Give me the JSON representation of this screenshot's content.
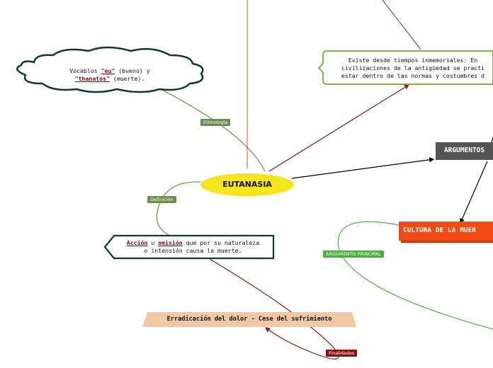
{
  "central": {
    "label": "EUTANASIA"
  },
  "etimologia": {
    "prefix": "Vocablos ",
    "word1": "\"eu\"",
    "mid": " (bueno) y",
    "word2": "\"thanatos\"",
    "suffix": " (muerte).",
    "branch_label": "Etimología"
  },
  "definicion": {
    "word1": "Acción",
    "mid1": " u ",
    "word2": "omisión",
    "rest1": " que por su naturaleza",
    "line2": "o intensión causa la muerte.",
    "branch_label": "Definición"
  },
  "historia": {
    "line1": "Existe desde tiempos inmemoriales: En",
    "line2": "civilizaciones de la antigüedad se practi",
    "line3": "estar dentro de las normas y costumbres d"
  },
  "argumentos": {
    "label": "ARGUMENTOS"
  },
  "cultura": {
    "label": "CULTURA DE LA MUER",
    "branch_label": "ARGUMENTO PRINCIPAL"
  },
  "finalidades": {
    "label": "Erradicación del dolor - Cese del sufrimiento",
    "branch_label": "Finalidades"
  },
  "colors": {
    "central": "#f5e41a",
    "cloud_border": "#0d3b2a",
    "label_green": "#6b8e4e",
    "history_border": "#7ab648",
    "dark_red": "#8b1a1a",
    "argumentos_bg": "#555555",
    "cultura_bg": "#f24a13",
    "argumento_principal_bg": "#4caf3c",
    "finalidades_bg": "#f3c7a0",
    "finalidades_label_bg": "#8b1010"
  }
}
